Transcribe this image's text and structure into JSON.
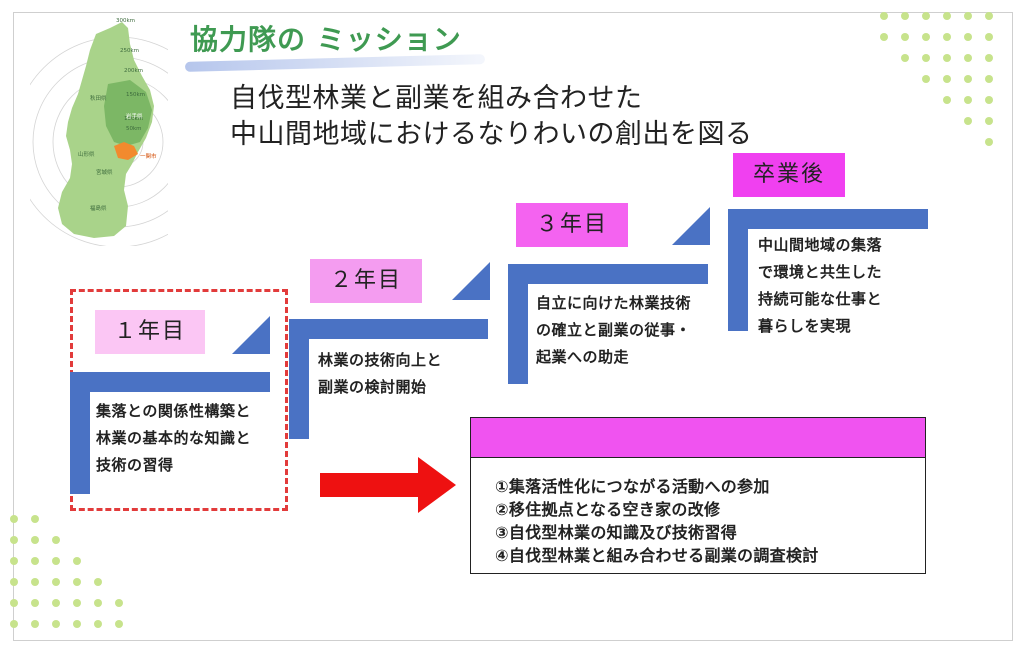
{
  "title": "協力隊の ミッション",
  "mission": {
    "line1": "自伐型林業と副業を組み合わせた",
    "line2": "中山間地域におけるなりわいの創出を図る"
  },
  "map": {
    "prefecture_label": "岩手県",
    "city_label": "一関市",
    "region_labels": [
      "秋田県",
      "山形県",
      "宮城県",
      "福島県"
    ],
    "distance_labels": [
      "300km",
      "250km",
      "200km",
      "150km",
      "100km",
      "50km"
    ]
  },
  "steps": [
    {
      "label": "１年目",
      "description": [
        "集落との関係性構築と",
        "林業の基本的な知識と",
        "技術の習得"
      ]
    },
    {
      "label": "２年目",
      "description": [
        "林業の技術向上と",
        "副業の検討開始"
      ]
    },
    {
      "label": "３年目",
      "description": [
        "自立に向けた林業技術",
        "の確立と副業の従事・",
        "起業への助走"
      ]
    },
    {
      "label": "卒業後",
      "description": [
        "中山間地域の集落",
        "で環境と共生した",
        "持続可能な仕事と",
        "暮らしを実現"
      ]
    }
  ],
  "first_year_box": {
    "header": "",
    "items": [
      "①集落活性化につながる活動への参加",
      "②移住拠点となる空き家の改修",
      "③自伐型林業の知識及び技術習得",
      "④自伐型林業と組み合わせる副業の調査検討"
    ]
  },
  "colors": {
    "title_green": "#3f9a52",
    "stair_blue": "#4a72c4",
    "label_pink_light": "#fbc6f4",
    "label_pink": "#f49cf0",
    "label_magenta": "#f040f0",
    "box_header_magenta": "#f053f0",
    "dashed_red": "#e23b3b",
    "arrow_red": "#ee1111",
    "dot_green": "#c7e38c",
    "map_green": "#a9d38a",
    "map_dark_green": "#7cb765",
    "city_orange": "#f28a2e"
  }
}
